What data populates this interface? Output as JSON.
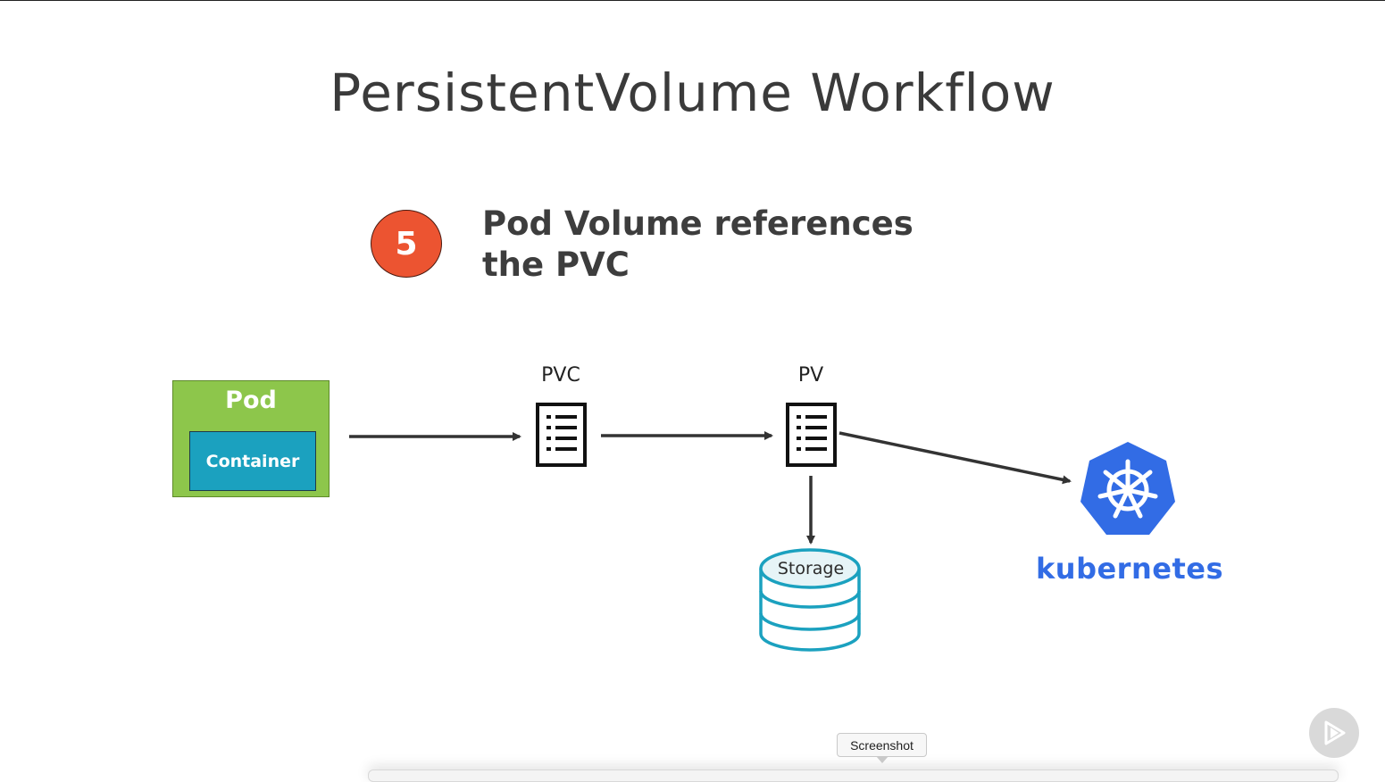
{
  "slide": {
    "title": "PersistentVolume Workflow"
  },
  "step": {
    "number": "5",
    "text": "Pod Volume references the PVC"
  },
  "diagram": {
    "pod_label": "Pod",
    "container_label": "Container",
    "pvc_label": "PVC",
    "pv_label": "PV",
    "storage_label": "Storage",
    "kubernetes_label": "kubernetes"
  },
  "overlay": {
    "tooltip": "Screenshot"
  },
  "colors": {
    "badge": "#ec5431",
    "pod": "#8dc64b",
    "container": "#1ba1bf",
    "storage": "#1ba1bf",
    "kubernetes": "#326ce5"
  }
}
